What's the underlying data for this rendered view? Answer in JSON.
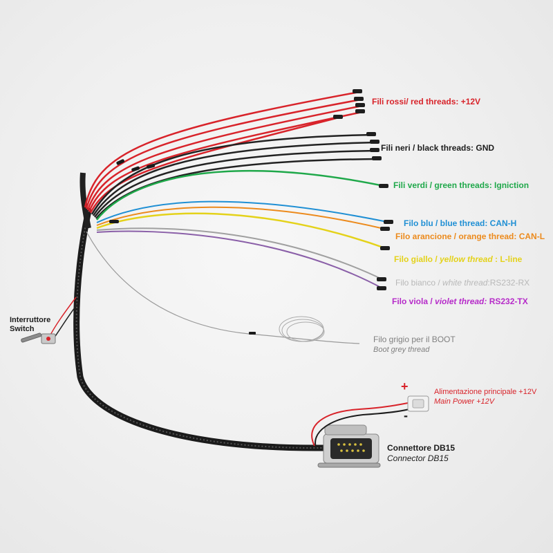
{
  "colors": {
    "red": "#d8232a",
    "black": "#1c1c1c",
    "green": "#1fa84a",
    "blue": "#1f8fd4",
    "orange": "#ec8a1c",
    "yellow": "#e4d21a",
    "white": "#9a9a9a",
    "violet": "#b62bc9",
    "grey": "#808080",
    "power": "#d8232a"
  },
  "icons": {
    "switch": "toggle-switch-icon",
    "connector": "db15-connector-icon",
    "power_plug": "power-plug-icon"
  },
  "labels": {
    "red": "Fili rossi/ red threads: +12V",
    "black": "Fili neri / black threads: GND",
    "green": "Fili verdi / green threads: Igniction",
    "blue": "Filo blu / blue thread: CAN-H",
    "orange": "Filo arancione / orange thread: CAN-L",
    "yellow_it": "Filo giallo / ",
    "yellow_en": "yellow thread",
    "yellow_sig": " : L-line",
    "white_it": "Filo bianco / ",
    "white_en": "white thread",
    "white_sig": ":RS232-RX",
    "violet_it": "Filo viola  / ",
    "violet_en": "violet thread:",
    "violet_sig": "  RS232-TX",
    "grey_it": "Filo grigio per il BOOT",
    "grey_en": "Boot grey thread",
    "power_it": "Alimentazione principale +12V",
    "power_en": "Main Power +12V",
    "plus": "+",
    "minus": "-",
    "connector_it": "Connettore DB15",
    "connector_en": "Connector DB15",
    "switch_it": "Interruttore",
    "switch_en": "Switch"
  }
}
